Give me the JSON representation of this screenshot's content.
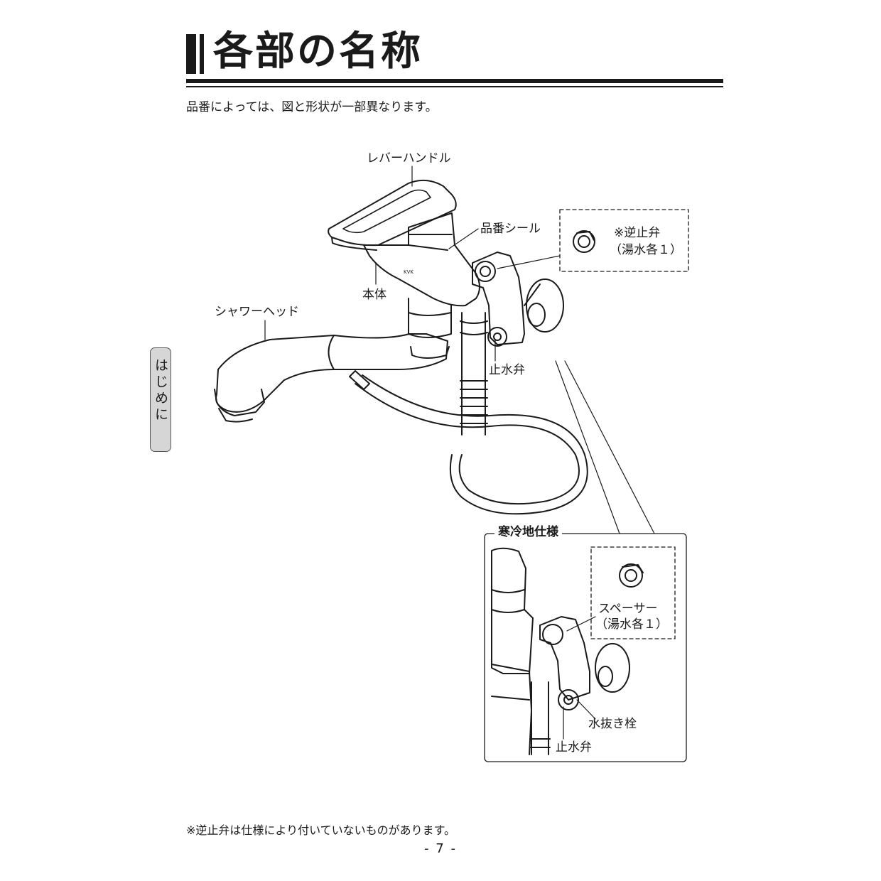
{
  "header": {
    "title": "各部の名称"
  },
  "intro": "品番によっては、図と形状が一部異なります。",
  "side_tab": "はじめに",
  "labels": {
    "lever_handle": "レバーハンドル",
    "part_number_seal": "品番シール",
    "check_valve": "※逆止弁",
    "hot_cold_each": "（湯水各１）",
    "body": "本体",
    "shower_head": "シャワーヘッド",
    "stop_valve": "止水弁",
    "cold_region_spec": "寒冷地仕様",
    "spacer": "スペーサー",
    "hot_cold_each_2": "（湯水各１）",
    "drain_plug": "水抜き栓",
    "stop_valve_2": "止水弁"
  },
  "faucet_brand": "KVK",
  "footnote": "※逆止弁は仕様により付いていないものがあります。",
  "page_number": "- 7 -"
}
